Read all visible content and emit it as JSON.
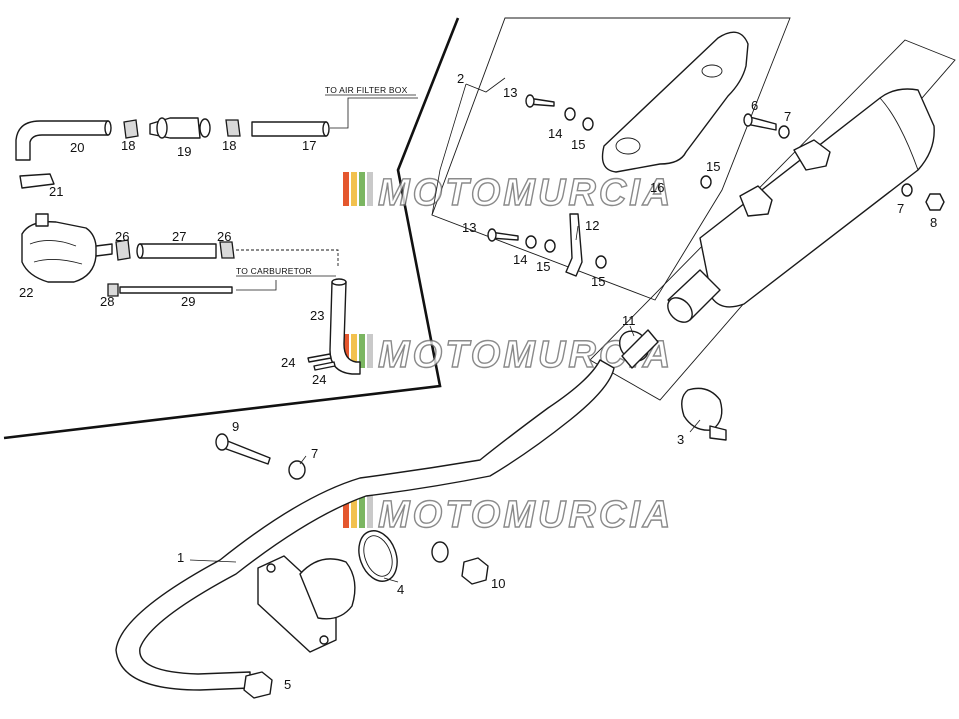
{
  "notes": {
    "air_filter": "TO AIR FILTER BOX",
    "carburetor": "TO CARBURETOR"
  },
  "watermark": {
    "text": "MOTOMURCIA",
    "stripe_colors": [
      "#e4572e",
      "#f2c14e",
      "#7bb661",
      "#c9c9c9"
    ]
  },
  "callouts": [
    {
      "id": "1",
      "label": "1"
    },
    {
      "id": "2",
      "label": "2"
    },
    {
      "id": "3",
      "label": "3"
    },
    {
      "id": "4",
      "label": "4"
    },
    {
      "id": "5",
      "label": "5"
    },
    {
      "id": "6",
      "label": "6"
    },
    {
      "id": "7a",
      "label": "7"
    },
    {
      "id": "7b",
      "label": "7"
    },
    {
      "id": "7c",
      "label": "7"
    },
    {
      "id": "8",
      "label": "8"
    },
    {
      "id": "9",
      "label": "9"
    },
    {
      "id": "10",
      "label": "10"
    },
    {
      "id": "11",
      "label": "11"
    },
    {
      "id": "12",
      "label": "12"
    },
    {
      "id": "13a",
      "label": "13"
    },
    {
      "id": "13b",
      "label": "13"
    },
    {
      "id": "14a",
      "label": "14"
    },
    {
      "id": "14b",
      "label": "14"
    },
    {
      "id": "15a",
      "label": "15"
    },
    {
      "id": "15b",
      "label": "15"
    },
    {
      "id": "15c",
      "label": "15"
    },
    {
      "id": "15d",
      "label": "15"
    },
    {
      "id": "16",
      "label": "16"
    },
    {
      "id": "17",
      "label": "17"
    },
    {
      "id": "18a",
      "label": "18"
    },
    {
      "id": "18b",
      "label": "18"
    },
    {
      "id": "19",
      "label": "19"
    },
    {
      "id": "20",
      "label": "20"
    },
    {
      "id": "21",
      "label": "21"
    },
    {
      "id": "22",
      "label": "22"
    },
    {
      "id": "23",
      "label": "23"
    },
    {
      "id": "24a",
      "label": "24"
    },
    {
      "id": "24b",
      "label": "24"
    },
    {
      "id": "26a",
      "label": "26"
    },
    {
      "id": "26b",
      "label": "26"
    },
    {
      "id": "27",
      "label": "27"
    },
    {
      "id": "28",
      "label": "28"
    },
    {
      "id": "29",
      "label": "29"
    }
  ]
}
